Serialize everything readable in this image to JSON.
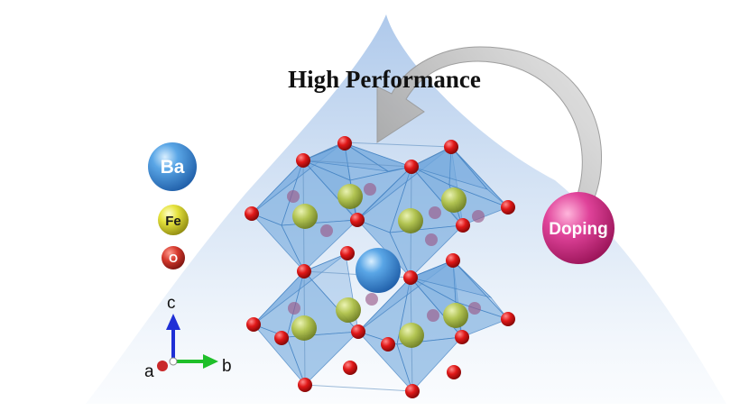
{
  "title": "High Performance",
  "legend": [
    {
      "symbol": "Ba",
      "color": "#3b8ddb"
    },
    {
      "symbol": "Fe",
      "color": "#d8d430"
    },
    {
      "symbol": "O",
      "color": "#c73a2e"
    }
  ],
  "doping_label": "Doping",
  "doping_color": "#d6337f",
  "axes": {
    "c": "c",
    "a": "a",
    "b": "b",
    "c_color": "#1f2fd6",
    "b_color": "#1fbf2a",
    "a_color": "#c9282a"
  },
  "colors": {
    "arrow_shape": "#aec9ea",
    "octahedron": "#6fa7dc",
    "barium": "#3b8ddb",
    "iron": "#b3c44a",
    "oxygen": "#d41f1f"
  }
}
